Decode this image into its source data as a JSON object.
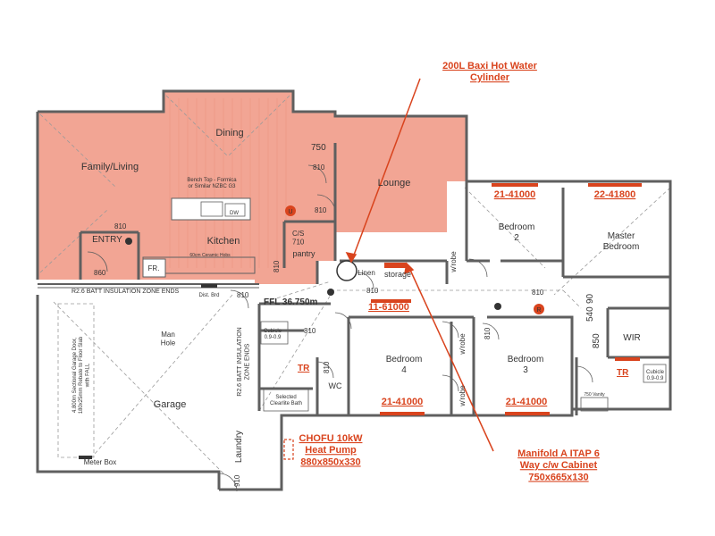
{
  "colors": {
    "wall": "#5f5f5f",
    "zone": "#f2a594",
    "accent": "#d9441e",
    "dash": "#9a9a9a",
    "text": "#333333"
  },
  "rooms": {
    "dining": "Dining",
    "family": "Family/Living",
    "lounge": "Lounge",
    "kitchen": "Kitchen",
    "entry": "ENTRY",
    "bed2": "Bedroom\n2",
    "master": "Master\nBedroom",
    "bed4": "Bedroom\n4",
    "bed3": "Bedroom\n3",
    "wir": "WIR",
    "garage": "Garage",
    "laundry": "Laundry",
    "wc": "WC",
    "linen": "Linen",
    "storage": "storage",
    "pantry": "pantry",
    "fr": "FR.",
    "wrobe_a": "w'robe",
    "wrobe_b": "w'robe",
    "wrobe_c": "w'robe",
    "man_hole": "Man\nHole"
  },
  "labels": {
    "bench_top": "Bench Top - Formica\nor Similar NZBC G3",
    "hobs": "60cm Ceramic Hobs",
    "dw": "DW",
    "cs": "C/S\n710",
    "ffl": "FFL 36.750m",
    "insul_top": "R2.6 BATT INSULATION ZONE ENDS",
    "insul_vert": "R2.6 BATT INSULATION\nZONE ENDS",
    "dist_brd": "Dist. Brd",
    "cubicle_a": "Cubicle\n0.9-0.9",
    "cubicle_b": "Cubicle\n0.9-0.9",
    "bath": "Selected\nClearlite Bath",
    "vanity": "750 Vanity",
    "garage_door": "4.800m Sectional Garage Door,\n180x25mm Rebate to Floor Slab\nwith FALL",
    "meter_box": "Meter Box",
    "tr_1": "TR",
    "tr_2": "TR"
  },
  "dims": {
    "d750": "750",
    "d810_a": "810",
    "d810_b": "810",
    "d810_c": "810",
    "d810_d": "810",
    "d810_e": "810",
    "d810_f": "810",
    "d810_g": "810",
    "d810_h": "810",
    "d810_i": "810",
    "d810_j": "810",
    "d860": "860",
    "d910": "910",
    "d90": "90",
    "d540": "540",
    "d850": "850"
  },
  "windows": {
    "w_bed2": "21-41000",
    "w_master": "22-41800",
    "w_hall": "11-61000",
    "w_bed4": "21-41000",
    "w_bed3": "21-41000"
  },
  "callouts": {
    "hot_water": "200L Baxi Hot Water\nCylinder",
    "heat_pump": "CHOFU 10kW\nHeat Pump\n880x850x330",
    "manifold": "Manifold A ITAP 6\nWay c/w Cabinet\n750x665x130"
  },
  "markers": {
    "u": "U",
    "r": "R"
  }
}
